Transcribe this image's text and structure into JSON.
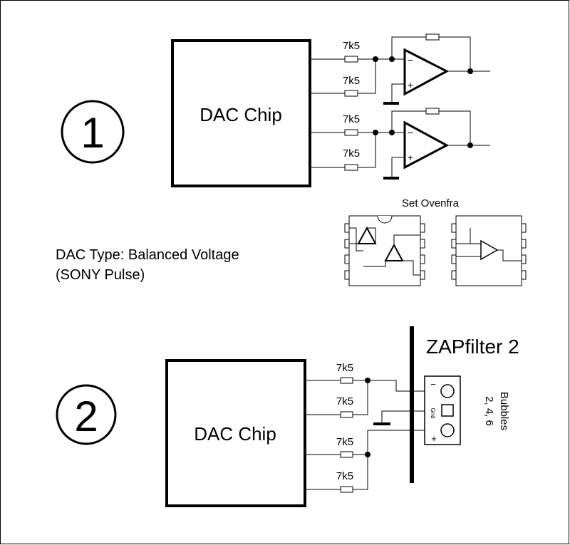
{
  "diagram": {
    "section1": {
      "number": "1",
      "chip_label": "DAC Chip",
      "resistors": [
        "7k5",
        "7k5",
        "7k5",
        "7k5"
      ],
      "opamp_minus": "−",
      "opamp_plus": "+"
    },
    "dac_type": {
      "line1": "DAC Type: Balanced Voltage",
      "line2": "(SONY Pulse)"
    },
    "top_view": {
      "title": "Set Ovenfra"
    },
    "section2": {
      "number": "2",
      "chip_label": "DAC Chip",
      "resistors": [
        "7k5",
        "7k5",
        "7k5",
        "7k5"
      ],
      "filter_name": "ZAPfilter 2",
      "terminal_minus": "−",
      "terminal_gnd": "Gnd",
      "terminal_plus": "+",
      "bubbles_line1": "Bubbles",
      "bubbles_line2": "2, 4, 6"
    }
  }
}
